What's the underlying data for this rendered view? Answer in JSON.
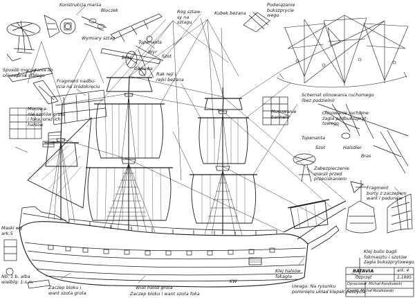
{
  "labels": {
    "konstrukcja_marsa": "Konstrukcja marsa",
    "wymiary_sztag": "Wymiary sztag",
    "bloczek_left": "Bloczek",
    "rog_sztag": "Róg sztaw-\nsy na\nsztagu",
    "kubek_ref": "Kubek bezana",
    "podwiazanie": "Podwiązanie\nbukszprycie\nwego",
    "topenanta_top": "Topenanta",
    "wyr": "Wyr",
    "szot": "Szot",
    "bras_top": "Bras",
    "gejtawa": "Gejtawa",
    "sposob": "Sposób mocowania lin\nolinowania stałego",
    "fragment_nadb": "Fragment nadbu-\nrcia na śródokręciu",
    "rak": "Rak reji i\nrejki bezana",
    "schemat": "Schemat olinowania ruchomego\n(bez podzielni)",
    "mocowanie_szotow": "Mocowa-\nnie szotów grota\ni foka, oraz ich\nhalsów",
    "mocowanie_bannela": "Mocowanie\nbannela",
    "olinowanie_zagla": "Olinowanie ruchome\nżagla podbukszpryt-\ntowego",
    "topenanta_right": "Topenanta",
    "szot_right": "Szot",
    "halsdier": "Halsdier",
    "bras_right": "Bras",
    "zabezpieczenie": "Zabezpieczenie\nmarsli przed\nprzeciskaniem",
    "fragment_burty": "Fragment\nburty z zaczepem\nwant i padunów",
    "maski": "Maski wg\nark.5",
    "nb": "Nb. 1:b. alba\nwielblq: 1:s.m",
    "zaczep_left": "Zaczep bloku i\nwant szota grota",
    "wiat_grota": "Wiat halsd grota",
    "zaczep_bottom": "Zaczep bloku i want szota foka",
    "klej": "Klej halsów\nfokagla",
    "kw": "KW",
    "uwaga": "Uwaga: Na rysunku\npominięto układ klepek peszycia",
    "klej_right": "Klej bulin bagli\nfokmasztu i szotów\nżagla bukszprytowego"
  },
  "title_block": {
    "name": "BATAVIA",
    "sheet": "ark. 4",
    "line2": "Ozprzęt",
    "date": "1.1995",
    "line3": "Opracował: Michał Roszkowski",
    "line4": "Kreślił: Michał Roszkowski"
  },
  "colors": {
    "ink": "#1a1a1a",
    "paper": "#ffffff"
  }
}
